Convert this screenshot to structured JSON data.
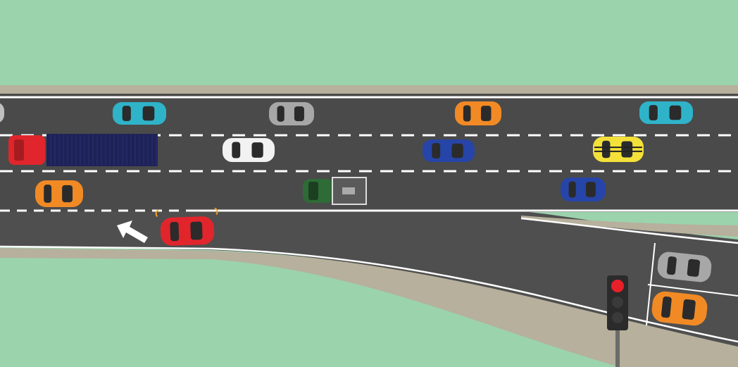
{
  "scene": {
    "kind": "top-down motorway with slip road merging",
    "colors": {
      "grass": "#9bd3ad",
      "verge": "#b6b09c",
      "asphalt": "#4a4a4a",
      "asphalt_light": "#555555",
      "marking": "#ffffff",
      "signal_red": "#e8202a",
      "signal_body": "#2b2b2b"
    }
  },
  "vehicles": [
    {
      "name": "car-partial-left",
      "color": "#bfbfbf",
      "type": "car"
    },
    {
      "name": "car-teal-lane1",
      "color": "#2fb3c9",
      "type": "car"
    },
    {
      "name": "car-grey-lane1",
      "color": "#a7a7a7",
      "type": "car"
    },
    {
      "name": "car-orange-lane1",
      "color": "#f18a25",
      "type": "car"
    },
    {
      "name": "car-teal-lane1-right",
      "color": "#2fb3c9",
      "type": "car"
    },
    {
      "name": "truck-red-navy",
      "color": "#e0262c",
      "trailer_color": "#1d2257",
      "type": "truck"
    },
    {
      "name": "car-white-lane2",
      "color": "#f2f2f2",
      "type": "car"
    },
    {
      "name": "car-blue-lane2",
      "color": "#2745a8",
      "type": "car"
    },
    {
      "name": "car-yellow-lane2",
      "color": "#f3e13a",
      "type": "car"
    },
    {
      "name": "car-orange-lane3",
      "color": "#f18a25",
      "type": "car"
    },
    {
      "name": "van-green-lane3",
      "color": "#2e6b36",
      "box_color": "#5a5a5a",
      "type": "van"
    },
    {
      "name": "car-blue-lane3",
      "color": "#2745a8",
      "type": "car"
    },
    {
      "name": "car-red-merging",
      "color": "#e0262c",
      "type": "car",
      "indicator": "left"
    },
    {
      "name": "car-grey-sliproad",
      "color": "#a7a7a7",
      "type": "car"
    },
    {
      "name": "car-orange-sliproad",
      "color": "#f18a25",
      "type": "car"
    }
  ],
  "traffic_light": {
    "state": "red"
  },
  "arrow": {
    "direction": "merge-left"
  }
}
